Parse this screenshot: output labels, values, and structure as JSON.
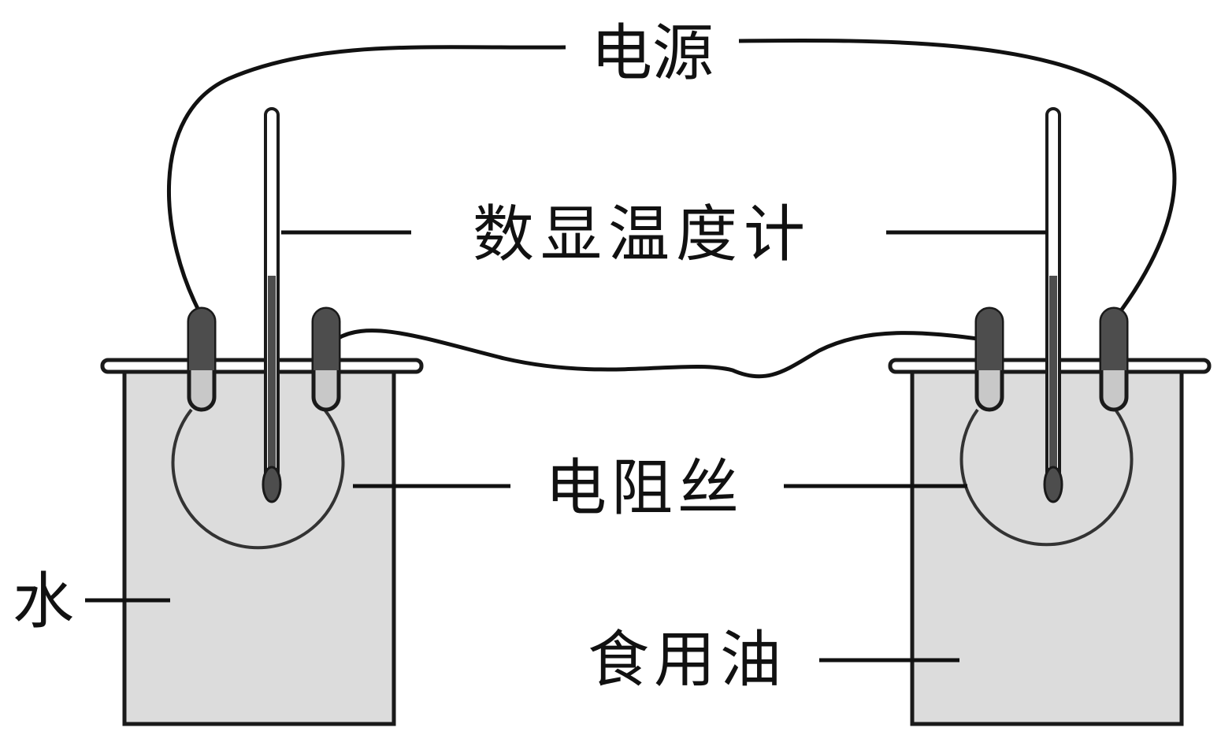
{
  "labels": {
    "power_source": "电源",
    "digital_thermometer": "数显温度计",
    "resistance_wire": "电阻丝",
    "water": "水",
    "cooking_oil": "食用油"
  },
  "colors": {
    "liquid_fill": "#dcdcdc",
    "outline": "#1a1a1a",
    "electrode_dark": "#4d4d4d",
    "electrode_light": "#c8c8c8",
    "background": "#ffffff"
  }
}
